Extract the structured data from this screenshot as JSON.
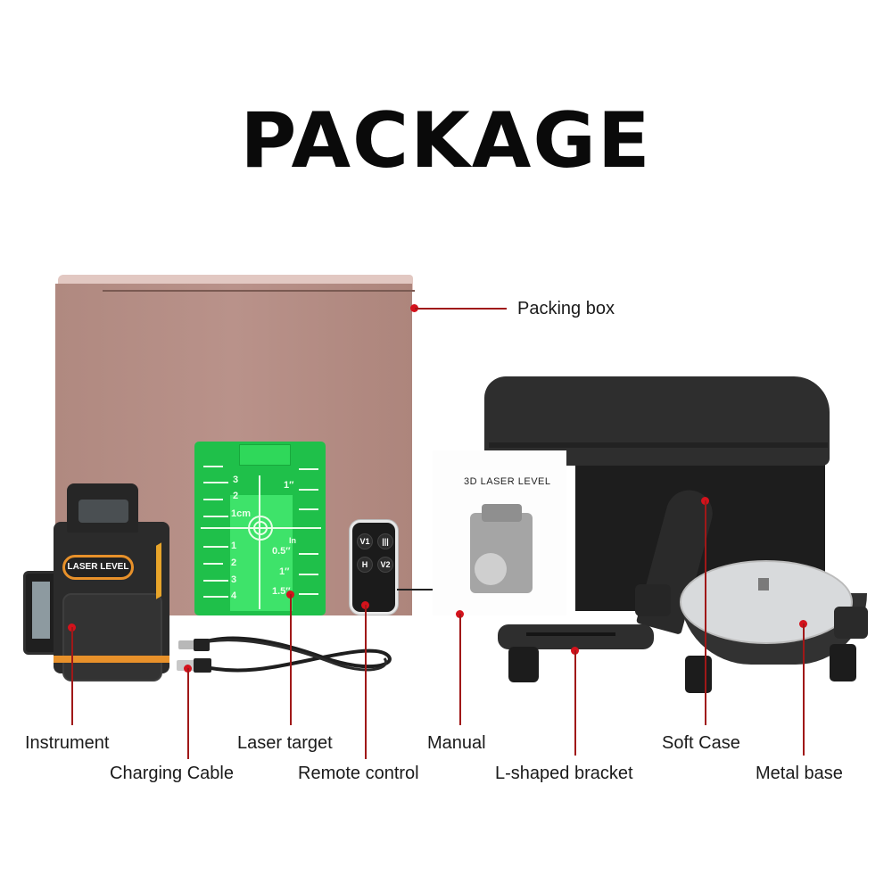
{
  "title": "PACKAGE",
  "items": {
    "packing_box": "Packing box",
    "instrument": "Instrument",
    "charging_cable": "Charging Cable",
    "laser_target": "Laser target",
    "remote_control": "Remote control",
    "manual": "Manual",
    "l_bracket": "L-shaped bracket",
    "soft_case": "Soft Case",
    "metal_base": "Metal base"
  },
  "instrument_badge": "LASER LEVEL",
  "manual_title": "3D LASER LEVEL",
  "remote_buttons": [
    "V1",
    "|||",
    "H",
    "V2"
  ],
  "target_labels": {
    "left": [
      "3",
      "2",
      "1cm",
      "1",
      "2",
      "3",
      "4"
    ],
    "right": [
      "1″",
      "In",
      "0.5″",
      "1″",
      "1.5″"
    ]
  },
  "colors": {
    "leader": "#a01818",
    "dot": "#d4121c",
    "box": "#b48c82",
    "target": "#1fc04a",
    "accent_orange": "#e8912a"
  }
}
